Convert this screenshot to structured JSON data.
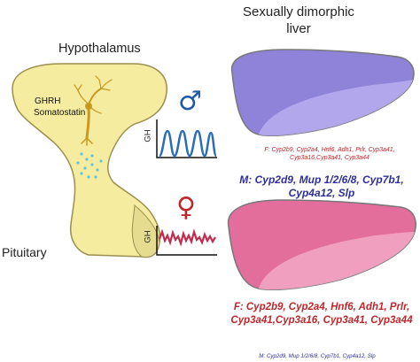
{
  "titles": {
    "liver": "Sexually dimorphic liver",
    "hypothalamus": "Hypothalamus",
    "pituitary": "Pituitary"
  },
  "hypothalamus_labels": {
    "ghrh": "GHRH",
    "somatostatin": "Somatostatin"
  },
  "axis": {
    "male_ylabel": "GH",
    "female_ylabel": "GH"
  },
  "symbols": {
    "male": "♂",
    "female": "♀"
  },
  "male_liver": {
    "f_genes": "F: Cyp2b9, Cyp2a4, Hnf6, Adh1, Prlr, Cyp3a41, Cyp3a16,Cyp3a41, Cyp3a44",
    "m_genes": "M: Cyp2d9, Mup 1/2/6/8, Cyp7b1, Cyp4a12, Slp"
  },
  "female_liver": {
    "f_genes": "F: Cyp2b9, Cyp2a4, Hnf6, Adh1, Prlr, Cyp3a41,Cyp3a16, Cyp3a41, Cyp3a44",
    "m_genes": "M: Cyp2d9, Mup 1/2/6/8, Cyp7b1, Cyp4a12, Slp"
  },
  "colors": {
    "brain": "#f6eca0",
    "brain_stroke": "#9a8f4f",
    "neuron": "#c9981e",
    "granules": "#5fc3e0",
    "male_liver": "#8f83d9",
    "male_liver_light": "#b8aeee",
    "female_liver": "#e36e9b",
    "female_liver_light": "#f2a8c6",
    "male_pulse": "#2a6db5",
    "female_pulse": "#c22a4e"
  }
}
